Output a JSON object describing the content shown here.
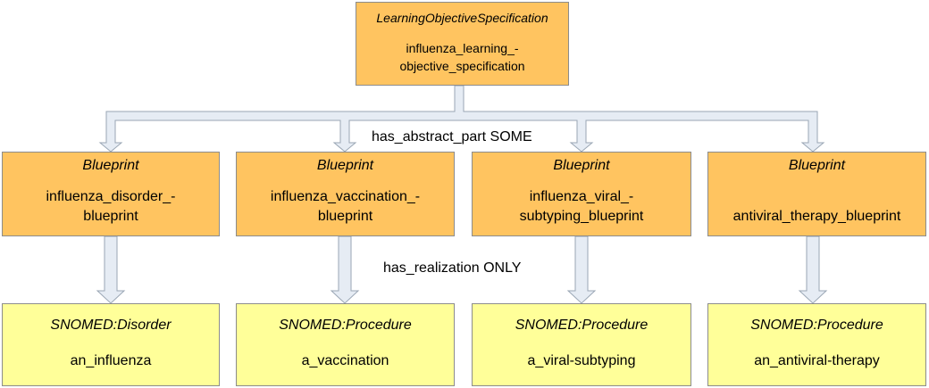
{
  "colors": {
    "spec_fill": "#ffc460",
    "blueprint_fill": "#ffc460",
    "concept_fill": "#ffff99",
    "arrow_fill": "#e6ecf4",
    "arrow_stroke": "#9aa6b4"
  },
  "top": {
    "type": "LearningObjectiveSpecification",
    "name": "influenza_learning_-objective_specification"
  },
  "relations": {
    "abstract_part": "has_abstract_part SOME",
    "realization": "has_realization ONLY"
  },
  "blueprints": [
    {
      "type": "Blueprint",
      "name_lines": [
        "influenza_disorder_-",
        "blueprint"
      ]
    },
    {
      "type": "Blueprint",
      "name_lines": [
        "influenza_vaccination_-",
        "blueprint"
      ]
    },
    {
      "type": "Blueprint",
      "name_lines": [
        "influenza_viral_-",
        "subtyping_blueprint"
      ]
    },
    {
      "type": "Blueprint",
      "name_lines": [
        "",
        "antiviral_therapy_blueprint"
      ]
    }
  ],
  "concepts": [
    {
      "type": "SNOMED:Disorder",
      "name": "an_influenza"
    },
    {
      "type": "SNOMED:Procedure",
      "name": "a_vaccination"
    },
    {
      "type": "SNOMED:Procedure",
      "name": "a_viral-subtyping"
    },
    {
      "type": "SNOMED:Procedure",
      "name": "an_antiviral-therapy"
    }
  ]
}
